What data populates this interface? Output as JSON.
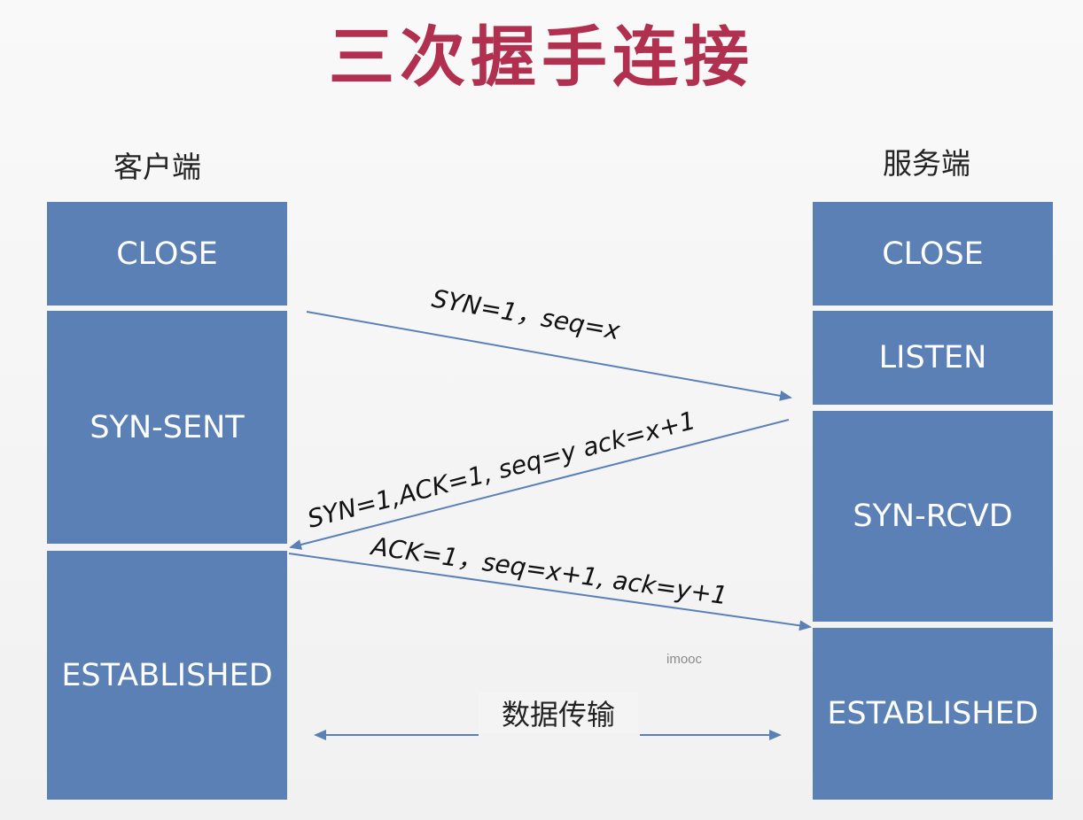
{
  "title": "三次握手连接",
  "client": {
    "label": "客户端",
    "states": [
      "CLOSE",
      "SYN-SENT",
      "ESTABLISHED"
    ]
  },
  "server": {
    "label": "服务端",
    "states": [
      "CLOSE",
      "LISTEN",
      "SYN-RCVD",
      "ESTABLISHED"
    ]
  },
  "messages": [
    "SYN=1，seq=x",
    "SYN=1,ACK=1, seq=y ack=x+1",
    "ACK=1，seq=x+1, ack=y+1"
  ],
  "transfer_label": "数据传输",
  "watermark": "imooc",
  "colors": {
    "box": "#5b80b6",
    "arrow": "#5b80b6",
    "title": "#b2304f"
  }
}
